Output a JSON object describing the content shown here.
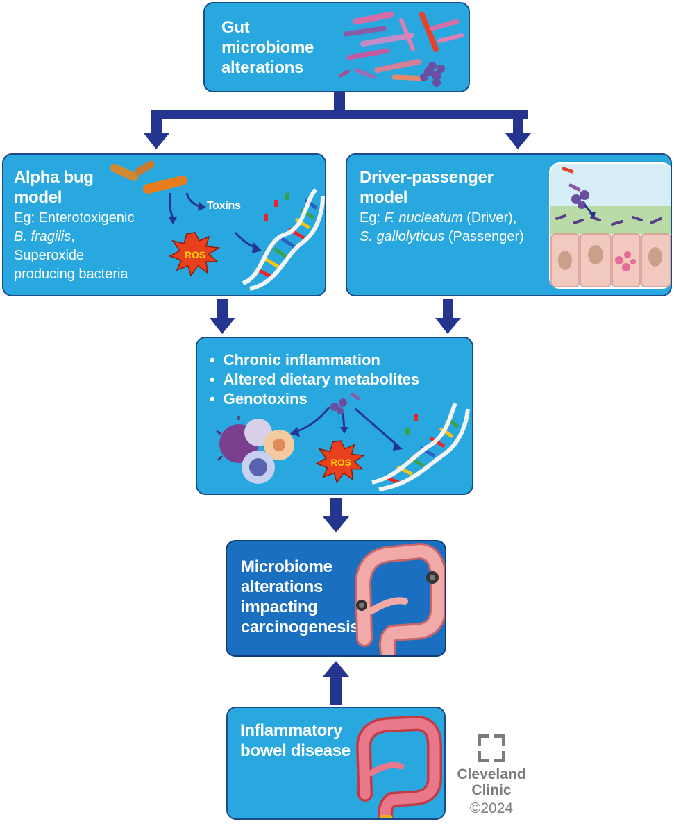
{
  "top": {
    "title": "Gut microbiome alterations"
  },
  "alpha": {
    "title": "Alpha bug model",
    "eg_prefix": "Eg: Enterotoxigenic",
    "eg_species": "B. fragilis",
    "eg_comma": ",",
    "eg_line3": "Superoxide",
    "eg_line4": "producing bacteria",
    "toxins_label": "Toxins",
    "ros_label": "ROS"
  },
  "driver": {
    "title": "Driver-passenger model",
    "eg_prefix": "Eg: ",
    "driver_species": "F. nucleatum",
    "driver_role": " (Driver),",
    "passenger_species": "S. gallolyticus",
    "passenger_role": " (Passenger)"
  },
  "mechanisms": {
    "items": [
      "Chronic inflammation",
      "Altered dietary metabolites",
      "Genotoxins"
    ],
    "ros_label": "ROS"
  },
  "outcome": {
    "title": "Microbiome alterations impacting carcinogenesis"
  },
  "ibd": {
    "title": "Inflammatory bowel disease"
  },
  "logo": {
    "name_line1": "Cleveland",
    "name_line2": "Clinic",
    "copyright": "©2024"
  },
  "colors": {
    "box_fill": "#29a8e0",
    "box_border": "#1a4b8c",
    "dark_box_fill": "#1a6fc0",
    "arrow": "#25358f",
    "ros_fill": "#e8401c",
    "ros_text": "#ffd200",
    "logo_gray": "#7a7d80"
  }
}
